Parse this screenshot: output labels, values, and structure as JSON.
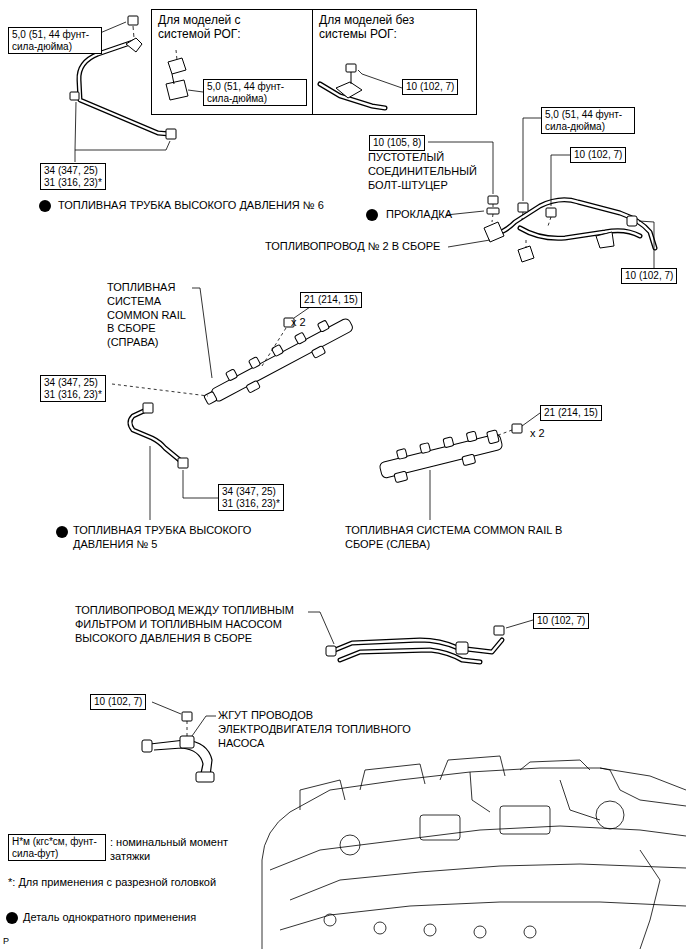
{
  "diagram": {
    "nodes": [
      {
        "text": [
          "5,0 (51, 44 фунт-сила-дюйма)"
        ]
      },
      {
        "text": [
          "Для моделей с системой РОГ:"
        ]
      },
      {
        "text": [
          "5,0 (51, 44 фунт-сила-дюйма)"
        ],
        "in": 1
      },
      {
        "text": [
          "Для моделей без системы РОГ:"
        ]
      },
      {
        "text": [
          "10 (102, 7)"
        ],
        "in": 3
      },
      {
        "text": [
          "5,0 (51, 44 фунт-сила-дюйма)"
        ]
      },
      {
        "text": [
          "10 (105, 8)"
        ]
      },
      {
        "text": [
          "10 (102, 7)"
        ]
      },
      {
        "text": [
          "34 (347, 25)",
          "31 (316, 23)*"
        ]
      },
      {
        "text": [
          "10 (102, 7)"
        ]
      },
      {
        "text": [
          "21 (214, 15)"
        ]
      },
      {
        "text": [
          "34 (347, 25)",
          "31 (316, 23)*"
        ]
      },
      {
        "text": [
          "34 (347, 25)",
          "31 (316, 23)*"
        ]
      },
      {
        "text": [
          "21 (214, 15)"
        ]
      },
      {
        "text": [
          "10 (102, 7)"
        ]
      },
      {
        "text": [
          "10 (102, 7)"
        ]
      },
      {
        "text": [
          "Н*м (кгс*см, фунт-сила-фут)"
        ]
      }
    ],
    "labels": [
      "ТОПЛИВНАЯ ТРУБКА ВЫСОКОГО ДАВЛЕНИЯ № 6",
      "ПУСТОТЕЛЫЙ СОЕДИНИТЕЛЬНЫЙ БОЛТ-ШТУЦЕР",
      "ПРОКЛАДКА",
      "ТОПЛИВОПРОВОД № 2 В СБОРЕ",
      "ТОПЛИВНАЯ СИСТЕМА COMMON RAIL В СБОРЕ (СПРАВА)",
      "x 2",
      "ТОПЛИВНАЯ ТРУБКА ВЫСОКОГО ДАВЛЕНИЯ № 5",
      "x 2",
      "ТОПЛИВНАЯ СИСТЕМА COMMON RAIL В СБОРЕ (СЛЕВА)",
      "ТОПЛИВОПРОВОД МЕЖДУ ТОПЛИВНЫМ ФИЛЬТРОМ И ТОПЛИВНЫМ НАСОСОМ ВЫСОКОГО ДАВЛЕНИЯ В СБОРЕ",
      "ЖГУТ ПРОВОДОВ ЭЛЕКТРОДВИГАТЕЛЯ ТОПЛИВНОГО НАСОСА",
      ": номинальный момент затяжки",
      "*: Для применения с разрезной головкой",
      "P"
    ],
    "legend": [
      {
        "text": "Деталь однократного применения"
      }
    ]
  }
}
